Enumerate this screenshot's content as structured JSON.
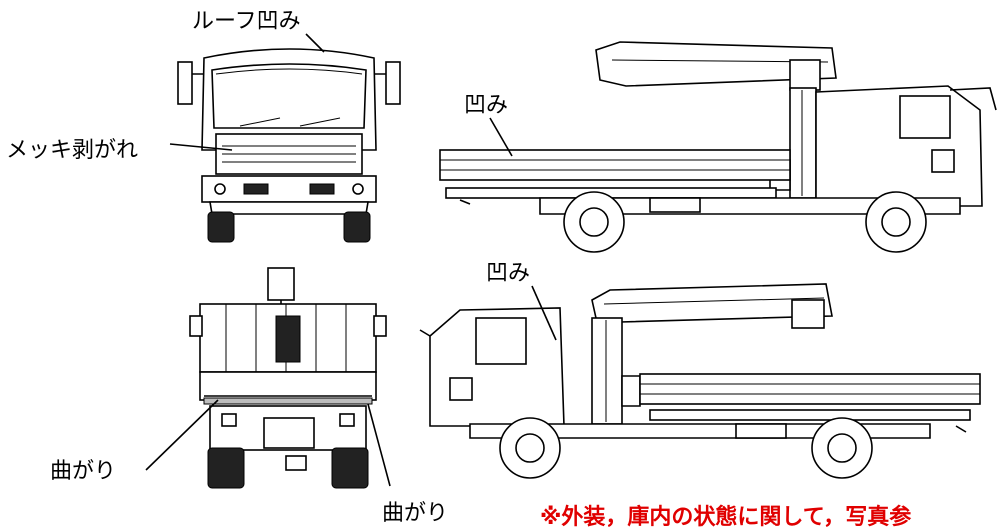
{
  "labels": {
    "roof_dent": "ルーフ凹み",
    "plating_peeling": "メッキ剥がれ",
    "dent_side_top": "凹み",
    "dent_side_bottom": "凹み",
    "bend_left": "曲がり",
    "bend_right": "曲がり"
  },
  "notice": "※外装，庫内の状態に関して，写真参"
}
